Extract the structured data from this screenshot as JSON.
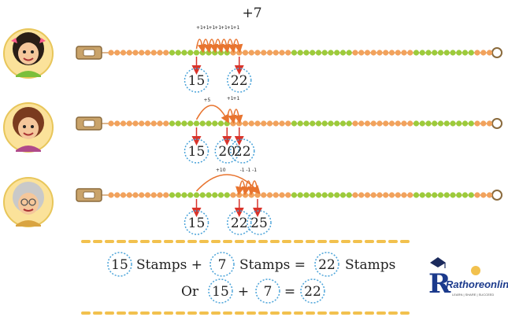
{
  "colors": {
    "bead_orange": "#f2a25c",
    "bead_green": "#9ccb3b",
    "arrow_red": "#d9342b",
    "jump_orange": "#e8742f",
    "circle_blue": "#4aa3d9",
    "divider_gold": "#f2c14e",
    "clasp_brown": "#8a6a3c"
  },
  "bead_pattern": {
    "beads_per_group": 10,
    "group_colors": [
      "orange",
      "green"
    ]
  },
  "rows": [
    {
      "character": "girl-avatar",
      "title": "+7",
      "jump_labels": [
        "+1",
        "+1",
        "+1",
        "+1",
        "+1",
        "+1",
        "+1"
      ],
      "marked_numbers": [
        "15",
        "22"
      ]
    },
    {
      "character": "woman-avatar",
      "jump_labels": [
        "+5",
        "+1",
        "+1"
      ],
      "marked_numbers": [
        "15",
        "20",
        "22"
      ]
    },
    {
      "character": "grandmother-avatar",
      "jump_labels": [
        "+10",
        "-1",
        "-1",
        "-1"
      ],
      "marked_numbers": [
        "15",
        "22",
        "25"
      ]
    }
  ],
  "equation1": {
    "a": "15",
    "a_word": "Stamps +",
    "b": "7",
    "b_word": "Stamps =",
    "c": "22",
    "c_word": "Stamps"
  },
  "equation2": {
    "or_word": "Or",
    "a": "15",
    "plus": "+",
    "b": "7",
    "equals": "=",
    "c": "22"
  },
  "logo": {
    "text_main": "Rathoreonline",
    "tagline": "LEARN | SHARE | SUCCEED"
  }
}
